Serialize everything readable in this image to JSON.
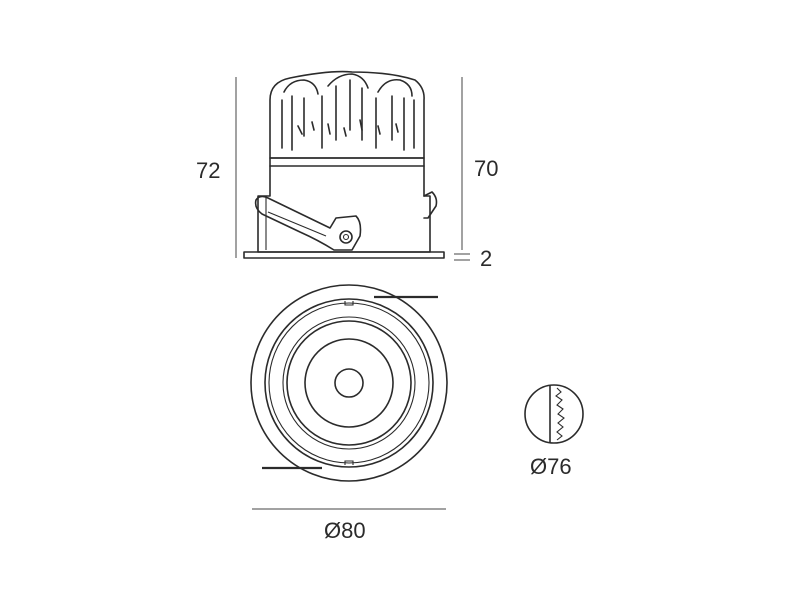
{
  "dimensions": {
    "total_height": "72",
    "body_height": "70",
    "flange_thickness": "2",
    "outer_diameter": "Ø80",
    "cutout_diameter": "Ø76"
  },
  "colors": {
    "line": "#2b2b2b",
    "background": "#ffffff"
  }
}
